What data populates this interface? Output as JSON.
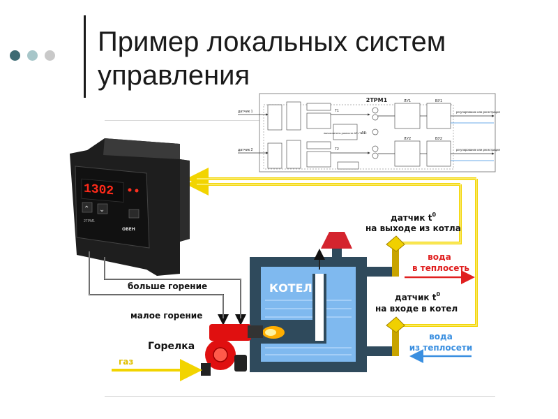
{
  "slide": {
    "title_line1": "Пример локальных систем",
    "title_line2": "управления",
    "bullet_colors": [
      "#3d6b73",
      "#a7c6c9",
      "#c9c9c9"
    ]
  },
  "device": {
    "display_value": "1302",
    "model": "2ТРМ1",
    "brand": "ОВЕН"
  },
  "block_diagram": {
    "title": "2ТРМ1",
    "input1_label": "датчик 1",
    "input2_label": "датчик 2",
    "t1_label": "T1",
    "t2_label": "T2",
    "delta_label": "ΔT",
    "calc_label": "вычислитель разности ΔT=T1-T2",
    "lu1_label": "ЛУ1",
    "lu2_label": "ЛУ2",
    "vu1_label": "ВУ1",
    "vu2_label": "ВУ2",
    "out1_label": "регулирование или регистрация",
    "out2_label": "регулирование или регистрация"
  },
  "boiler": {
    "label": "КОТЕЛ"
  },
  "labels": {
    "sensor_out_line1": "датчик t",
    "sensor_out_sup": "0",
    "sensor_out_line2": "на выходе из котла",
    "water_to_line1": "вода",
    "water_to_line2": "в теплосеть",
    "sensor_in_line1": "датчик t",
    "sensor_in_sup": "0",
    "sensor_in_line2": "на входе в котел",
    "water_from_line1": "вода",
    "water_from_line2": "из теплосети",
    "more_burning": "больше горение",
    "less_burning": "малое горение",
    "burner": "Горелка",
    "gas": "газ"
  },
  "colors": {
    "signal_yellow": "#f2d400",
    "water_blue": "#3a8fe0",
    "water_red": "#e02020",
    "boiler_dark": "#2f4a5c",
    "burner_red": "#e01010"
  }
}
